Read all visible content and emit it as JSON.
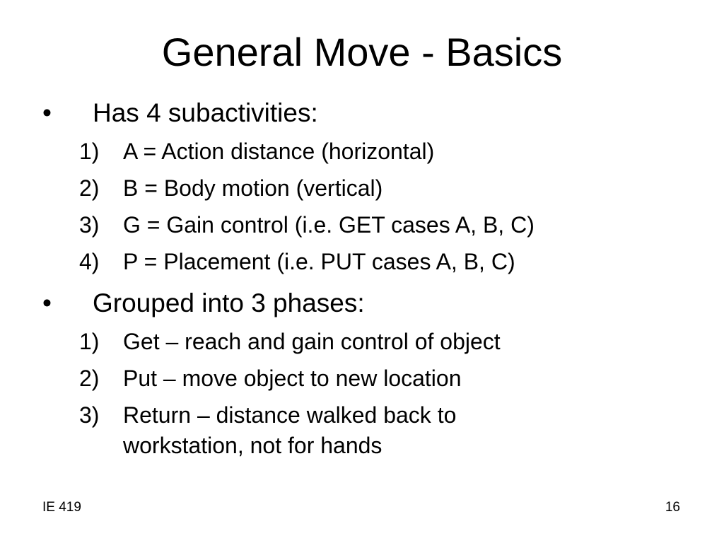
{
  "slide": {
    "title": "General Move - Basics",
    "bullet_marker": "•",
    "bullets": [
      {
        "text": "Has 4 subactivities:",
        "items": [
          {
            "num": "1)",
            "text": "A = Action distance (horizontal)"
          },
          {
            "num": "2)",
            "text": "B = Body motion (vertical)"
          },
          {
            "num": "3)",
            "text": "G = Gain control (i.e. GET cases A,  B, C)"
          },
          {
            "num": "4)",
            "text": "P = Placement (i.e. PUT cases A, B, C)"
          }
        ]
      },
      {
        "text": "Grouped into 3 phases:",
        "items": [
          {
            "num": "1)",
            "text": "Get – reach and gain control of object"
          },
          {
            "num": "2)",
            "text": "Put – move object to new location"
          },
          {
            "num": "3)",
            "text": "Return – distance walked back to",
            "continuation": "workstation, not for hands"
          }
        ]
      }
    ],
    "footer": {
      "course": "IE 419",
      "page_number": "16"
    }
  }
}
